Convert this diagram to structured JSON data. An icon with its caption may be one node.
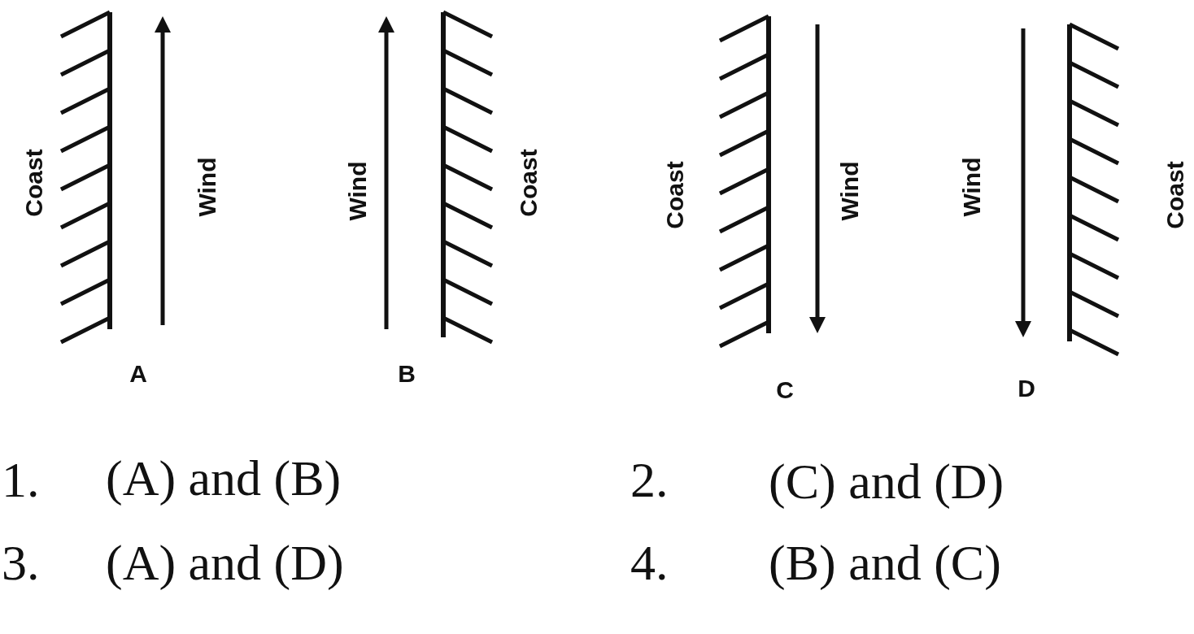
{
  "diagram": {
    "labels": [
      "Coast",
      "Wind",
      "Wind",
      "Coast",
      "Coast",
      "Wind",
      "Wind",
      "Coast",
      "A",
      "B",
      "C",
      "D",
      "1.",
      "(A) and (B)",
      "2.",
      "(C) and (D)",
      "3.",
      "(A) and (D)",
      "4.",
      "(B) and (C)"
    ]
  }
}
